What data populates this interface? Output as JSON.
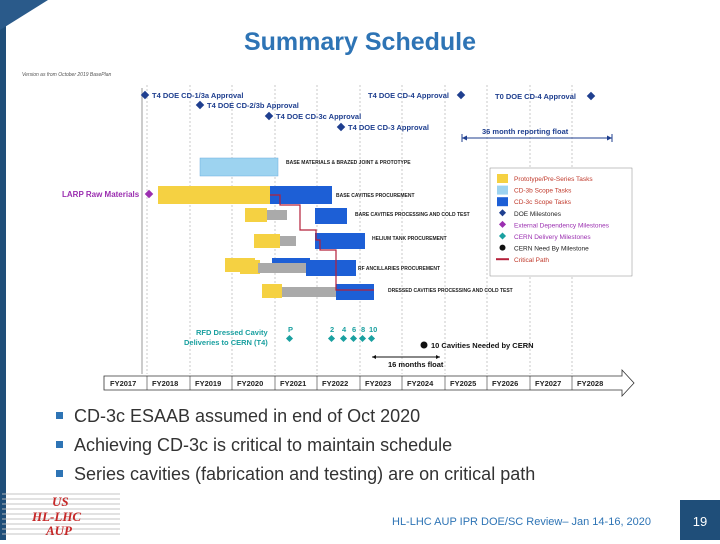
{
  "slide": {
    "title": "Summary Schedule",
    "version_note": "Version as from October 2019 BasePlan",
    "bullets": [
      "CD-3c ESAAB assumed in end of Oct 2020",
      "Achieving CD-3c is critical to maintain schedule",
      "Series cavities (fabrication and testing) are on critical path"
    ],
    "footer": "HL-LHC AUP IPR DOE/SC Review– Jan 14-16, 2020",
    "page_number": "19"
  },
  "logo": {
    "line1": "US",
    "line2": "HL-LHC",
    "line3": "AUP"
  },
  "gantt": {
    "years": [
      "FY2017",
      "FY2018",
      "FY2019",
      "FY2020",
      "FY2021",
      "FY2022",
      "FY2023",
      "FY2024",
      "FY2025",
      "FY2026",
      "FY2027",
      "FY2028"
    ],
    "milestones": [
      "T4 DOE CD-1/3a Approval",
      "T4 DOE CD-2/3b Approval",
      "T4 DOE CD-3c Approval",
      "T4 DOE CD-3 Approval",
      "T4 DOE CD-4 Approval",
      "T0 DOE CD-4 Approval"
    ],
    "reporting_float": "36 month reporting float",
    "task_labels": [
      "BASE MATERIALS & BRAZED JOINT & PROTOTYPE",
      "LARP Raw Materials",
      "BASE CAVITIES PROCUREMENT",
      "BARE CAVITIES PROCESSING AND COLD TEST",
      "HELIUM TANK PROCUREMENT",
      "RF ANCILLARIES PROCUREMENT",
      "DRESSED CAVITIES PROCESSING AND COLD TEST"
    ],
    "rfd_label": [
      "RFD Dressed Cavity",
      "Deliveries to CERN (T4)"
    ],
    "delivery_marks": [
      "P",
      "2",
      "4",
      "6",
      "8",
      "10"
    ],
    "cern_need": "10 Cavities Needed by CERN",
    "float_16": "16 months float",
    "legend": [
      {
        "label": "Prototype/Pre-Series Tasks",
        "color": "#f5d142",
        "kind": "box"
      },
      {
        "label": "CD-3b Scope Tasks",
        "color": "#9dd3f0",
        "kind": "box"
      },
      {
        "label": "CD-3c Scope Tasks",
        "color": "#1d5fd6",
        "kind": "box"
      },
      {
        "label": "DOE Milestones",
        "color": "#1f3f8f",
        "kind": "diamond"
      },
      {
        "label": "External Dependency Milestones",
        "color": "#9b2fb0",
        "kind": "diamond"
      },
      {
        "label": "CERN Delivery Milestones",
        "color": "#1aa0a0",
        "kind": "diamond"
      },
      {
        "label": "CERN Need By Milestone",
        "color": "#111111",
        "kind": "circle"
      },
      {
        "label": "Critical Path",
        "color": "#b5203a",
        "kind": "line"
      }
    ]
  }
}
